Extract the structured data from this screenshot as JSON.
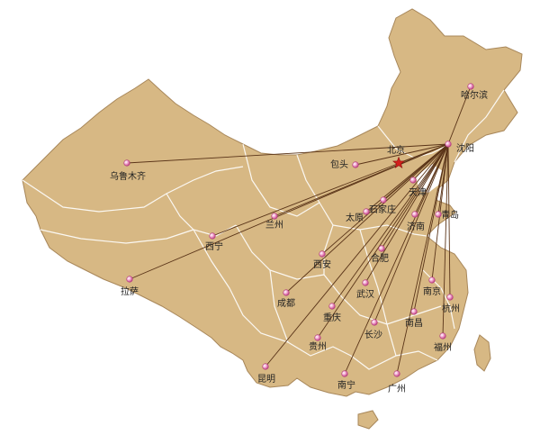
{
  "colors": {
    "land": "#d7b884",
    "border": "#ffffff",
    "route": "#5a3418",
    "pin": "#f3a6cf",
    "star": "#d2201c"
  },
  "hub": {
    "id": "shenyang",
    "label": "沈阳"
  },
  "capital": {
    "id": "beijing",
    "label": "北京",
    "icon": "red-star-icon"
  },
  "cities": [
    {
      "id": "harbin",
      "label": "哈尔滨"
    },
    {
      "id": "shenyang",
      "label": "沈阳"
    },
    {
      "id": "beijing",
      "label": "北京"
    },
    {
      "id": "urumqi",
      "label": "乌鲁木齐"
    },
    {
      "id": "baotou",
      "label": "包头"
    },
    {
      "id": "tianjin",
      "label": "天津"
    },
    {
      "id": "shijiazhuang",
      "label": "石家庄"
    },
    {
      "id": "taiyuan",
      "label": "太原"
    },
    {
      "id": "jinan",
      "label": "济南"
    },
    {
      "id": "qingdao",
      "label": "青岛"
    },
    {
      "id": "lanzhou",
      "label": "兰州"
    },
    {
      "id": "xining",
      "label": "西宁"
    },
    {
      "id": "xian",
      "label": "西安"
    },
    {
      "id": "hefei",
      "label": "合肥"
    },
    {
      "id": "lhasa",
      "label": "拉萨"
    },
    {
      "id": "chengdu",
      "label": "成都"
    },
    {
      "id": "wuhan",
      "label": "武汉"
    },
    {
      "id": "nanjing",
      "label": "南京"
    },
    {
      "id": "hangzhou",
      "label": "杭州"
    },
    {
      "id": "chongqing",
      "label": "重庆"
    },
    {
      "id": "nanchang",
      "label": "南昌"
    },
    {
      "id": "guiyang",
      "label": "贵州"
    },
    {
      "id": "changsha",
      "label": "长沙"
    },
    {
      "id": "fuzhou",
      "label": "福州"
    },
    {
      "id": "kunming",
      "label": "昆明"
    },
    {
      "id": "nanning",
      "label": "南宁"
    },
    {
      "id": "guangzhou",
      "label": "广州"
    }
  ],
  "routes": [
    "harbin",
    "beijing",
    "urumqi",
    "baotou",
    "tianjin",
    "shijiazhuang",
    "taiyuan",
    "jinan",
    "qingdao",
    "lanzhou",
    "xining",
    "xian",
    "hefei",
    "lhasa",
    "chengdu",
    "wuhan",
    "nanjing",
    "hangzhou",
    "chongqing",
    "nanchang",
    "guiyang",
    "changsha",
    "fuzhou",
    "kunming",
    "nanning",
    "guangzhou"
  ]
}
